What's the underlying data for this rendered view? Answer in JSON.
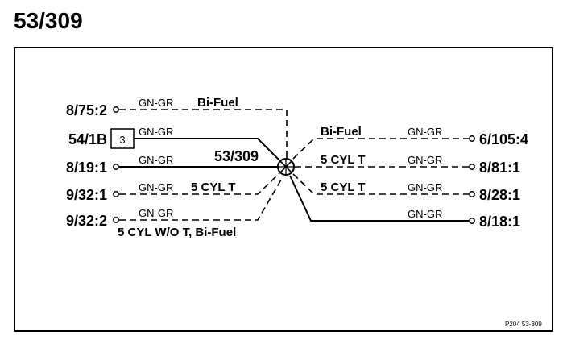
{
  "title": "53/309",
  "splice_label": "53/309",
  "connector_box_number": "3",
  "wire_color": "GN-GR",
  "left_terminals": [
    "8/75:2",
    "54/1B",
    "8/19:1",
    "9/32:1",
    "9/32:2"
  ],
  "right_terminals": [
    "6/105:4",
    "8/81:1",
    "8/28:1",
    "8/18:1"
  ],
  "notes": {
    "bi_fuel_left": "Bi-Fuel",
    "five_cyl_t_left": "5 CYL T",
    "five_cyl_wot_bifuel": "5 CYL W/O T, Bi-Fuel",
    "bi_fuel_right": "Bi-Fuel",
    "five_cyl_t_right_1": "5 CYL T",
    "five_cyl_t_right_2": "5 CYL T"
  },
  "reference_code": "P204 53-309"
}
